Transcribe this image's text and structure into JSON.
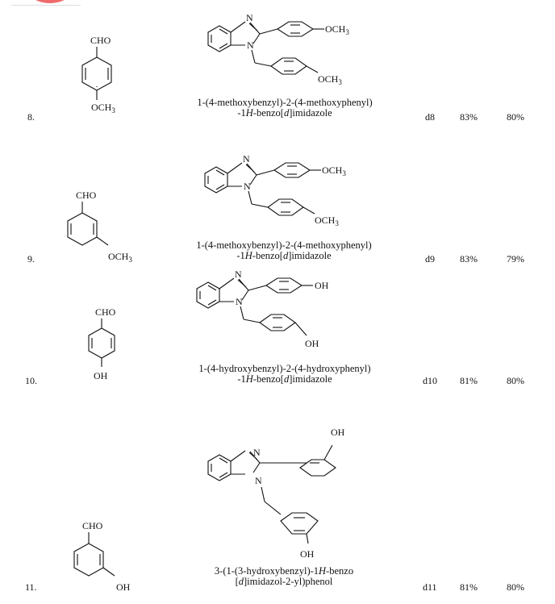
{
  "page": {
    "corner_color": "#f06b6b"
  },
  "rows": [
    {
      "no": "8.",
      "reactant": {
        "top": "CHO",
        "sub": "OCH",
        "sub_index": "3"
      },
      "product_labels": {
        "n": "N",
        "n2": "N",
        "sub1": "OCH",
        "sub1_index": "3",
        "sub2": "OCH",
        "sub2_index": "3"
      },
      "name_line1": "1-(4-methoxybenzyl)-2-(4-methoxyphenyl)",
      "name_line2_pre": "-1",
      "name_line2_h": "H",
      "name_line2_mid": "-benzo[",
      "name_line2_d": "d",
      "name_line2_post": "]imidazole",
      "code": "d8",
      "yield1": "83%",
      "yield2": "80%"
    },
    {
      "no": "9.",
      "reactant": {
        "top": "CHO",
        "sub": "OCH",
        "sub_index": "3"
      },
      "product_labels": {
        "n": "N",
        "n2": "N",
        "sub1": "OCH",
        "sub1_index": "3",
        "sub2": "OCH",
        "sub2_index": "3"
      },
      "name_line1": "1-(4-methoxybenzyl)-2-(4-methoxyphenyl)",
      "name_line2_pre": "-1",
      "name_line2_h": "H",
      "name_line2_mid": "-benzo[",
      "name_line2_d": "d",
      "name_line2_post": "]imidazole",
      "code": "d9",
      "yield1": "83%",
      "yield2": "79%"
    },
    {
      "no": "10.",
      "reactant": {
        "top": "CHO",
        "sub": "OH"
      },
      "product_labels": {
        "n": "N",
        "n2": "N",
        "sub1": "OH",
        "sub2": "OH"
      },
      "name_line1": "1-(4-hydroxybenzyl)-2-(4-hydroxyphenyl)",
      "name_line2_pre": "-1",
      "name_line2_h": "H",
      "name_line2_mid": "-benzo[",
      "name_line2_d": "d",
      "name_line2_post": "]imidazole",
      "code": "d10",
      "yield1": "81%",
      "yield2": "80%"
    },
    {
      "no": "11.",
      "reactant": {
        "top": "CHO",
        "sub": "OH"
      },
      "product_labels": {
        "n": "N",
        "n2": "N",
        "sub1": "OH",
        "sub2": "OH"
      },
      "name_line1_pre": "3-(1-(3-hydroxybenzyl)-1",
      "name_line1_h": "H",
      "name_line1_post": "-benzo",
      "name_line2_pre": "[",
      "name_line2_d": "d",
      "name_line2_post": "]imidazol-2-yl)phenol",
      "code": "d11",
      "yield1": "81%",
      "yield2": "80%"
    }
  ]
}
